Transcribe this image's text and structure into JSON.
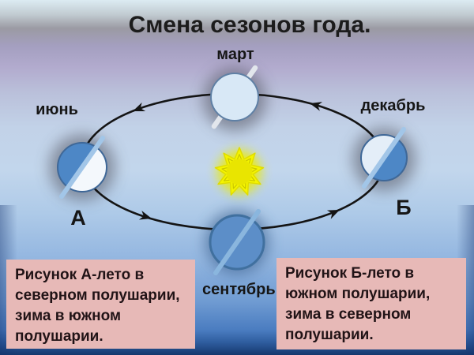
{
  "slide": {
    "title": "Смена сезонов года.",
    "orbit_labels": {
      "march": "март",
      "june": "июнь",
      "december": "декабрь",
      "september": "сентябрь"
    },
    "position_labels": {
      "a": "А",
      "b": "Б"
    },
    "captions": {
      "left": "Рисунок А-лето в\nсеверном полушарии,\nзима в южном\nполушарии.",
      "right": "Рисунок Б-лето в\nюжном полушарии,\nзима в северном\nполушарии."
    },
    "icons": {
      "sun": "sun-icon",
      "orbit_arrows": "arrow-counterclockwise"
    },
    "colors": {
      "caption_background": "#e7b9b7",
      "earth_shadow_half": "#4d87c6",
      "earth_lit_half": "#f4f8fc",
      "earth_march_fill": "#d8e8f6",
      "earth_september_fill": "#5c8ec8",
      "sun_yellow": "#f4f400",
      "orbit_line": "#141414",
      "bottom_band": "#16386e",
      "background_lavender": "#b2abce",
      "background_blue": "#aecae8"
    }
  }
}
